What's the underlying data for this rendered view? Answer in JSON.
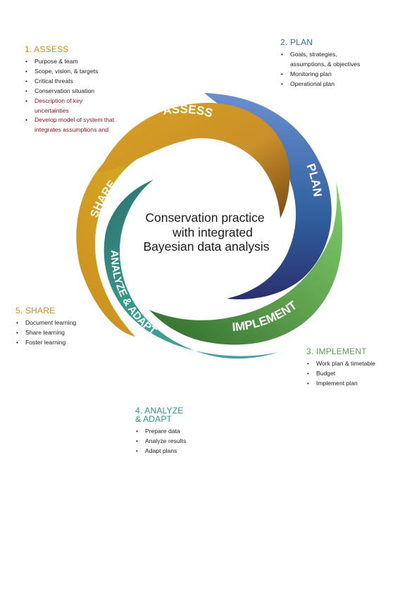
{
  "colors": {
    "assess": "#cc8e1f",
    "plan": "#3a68a8",
    "implement": "#5e9e52",
    "analyze": "#378f89",
    "share": "#c9a126",
    "warning": "#8b1a2b"
  },
  "center": {
    "line1": "Conservation practice",
    "line2": "with integrated",
    "line3": "Bayesian data analysis"
  },
  "wheel": {
    "assess": "ASSESS",
    "plan": "PLAN",
    "implement": "IMPLEMENT",
    "analyze": "ANALYZE & ADAPT",
    "share": "SHARE"
  },
  "sections": {
    "assess": {
      "title": "1. ASSESS",
      "items": [
        "Purpose & team",
        "Scope, vision, & targets",
        "Critical threats",
        "Conservation situation",
        "Description of key uncertainties",
        "Develop model of system that integrates assumptions and"
      ]
    },
    "plan": {
      "title": "2. PLAN",
      "items": [
        "Goals, strategies, assumptions, & objectives",
        "Monitoring plan",
        "Operational plan"
      ]
    },
    "implement": {
      "title": "3. IMPLEMENT",
      "items": [
        "Work plan & timetable",
        "Budget",
        "Implement plan"
      ]
    },
    "analyze": {
      "title_line1": "4. ANALYZE",
      "title_line2": "& ADAPT",
      "items": [
        "Prepare data",
        "Analyze results",
        "Adapt plans"
      ]
    },
    "share": {
      "title": "5. SHARE",
      "items": [
        "Document learning",
        "Share learning",
        "Foster learning"
      ]
    }
  }
}
